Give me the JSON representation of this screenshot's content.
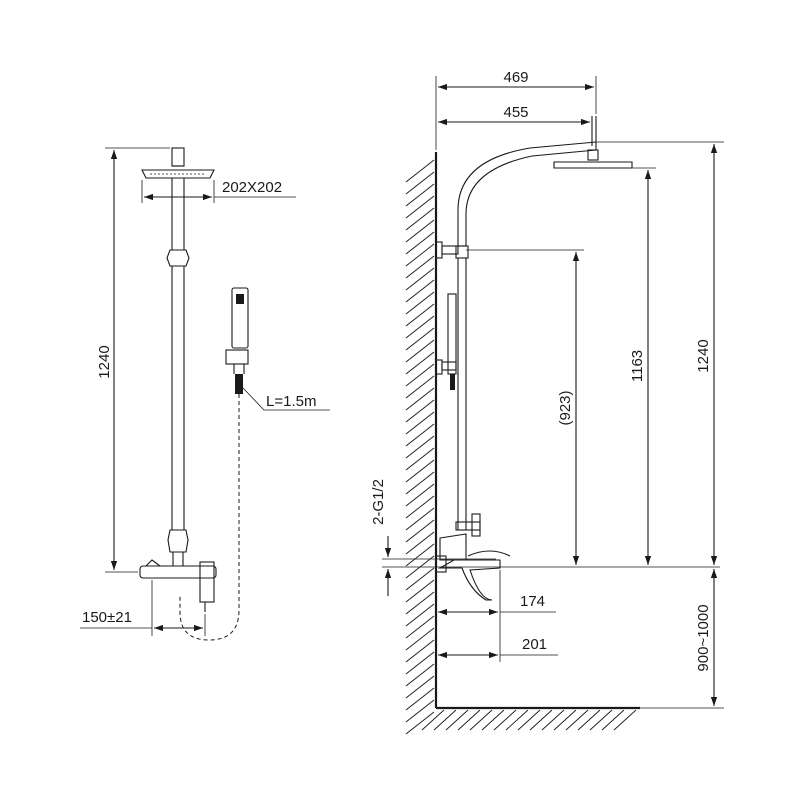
{
  "front_view": {
    "dim_total_height": "1240",
    "dim_head_size": "202X202",
    "dim_hose_length": "L=1.5m",
    "dim_outlet_offset": "150±21"
  },
  "side_view": {
    "dim_reach_outer": "469",
    "dim_reach_inner": "455",
    "dim_head_height": "1163",
    "dim_total_height": "1240",
    "dim_slider_height": "(923)",
    "dim_inlet": "2-G1/2",
    "dim_spout_174": "174",
    "dim_spout_201": "201",
    "dim_mount_height": "900~1000"
  },
  "colors": {
    "line": "#1a1a1a",
    "background": "#ffffff"
  }
}
